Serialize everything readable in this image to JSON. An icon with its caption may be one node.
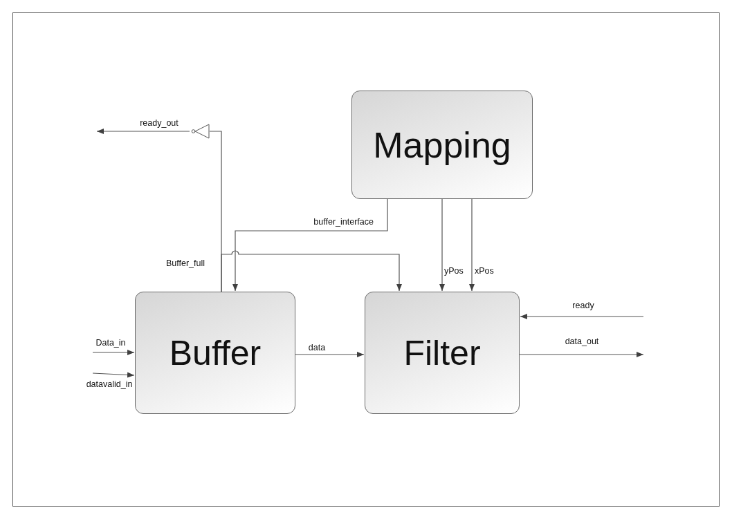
{
  "diagram": {
    "nodes": [
      {
        "text": [
          "Mapping"
        ]
      },
      {
        "text": [
          "Buffer"
        ]
      },
      {
        "text": [
          "Filter"
        ]
      },
      {
        "text": [],
        "shape": "triangle"
      }
    ],
    "edges": [
      {
        "from": 1,
        "to": 3,
        "arrow": "none",
        "label": "Buffer_full"
      },
      {
        "from": 3,
        "to": null,
        "arrow": "to",
        "label": "ready_out"
      },
      {
        "from": 1,
        "to": 2,
        "arrow": "to"
      },
      {
        "from": 0,
        "to": 1,
        "arrow": "to",
        "label": "buffer_interface"
      },
      {
        "from": 0,
        "to": 2,
        "arrow": "to",
        "label": "yPos"
      },
      {
        "from": 0,
        "to": 2,
        "arrow": "to",
        "label": "xPos"
      },
      {
        "from": 1,
        "to": 2,
        "arrow": "to",
        "label": "data"
      },
      {
        "from": null,
        "to": 1,
        "arrow": "to",
        "label": "Data_in"
      },
      {
        "from": null,
        "to": 1,
        "arrow": "to",
        "label": "datavalid_in"
      },
      {
        "from": null,
        "to": 2,
        "arrow": "to",
        "label": "ready"
      },
      {
        "from": 2,
        "to": null,
        "arrow": "to",
        "label": "data_out"
      }
    ]
  }
}
